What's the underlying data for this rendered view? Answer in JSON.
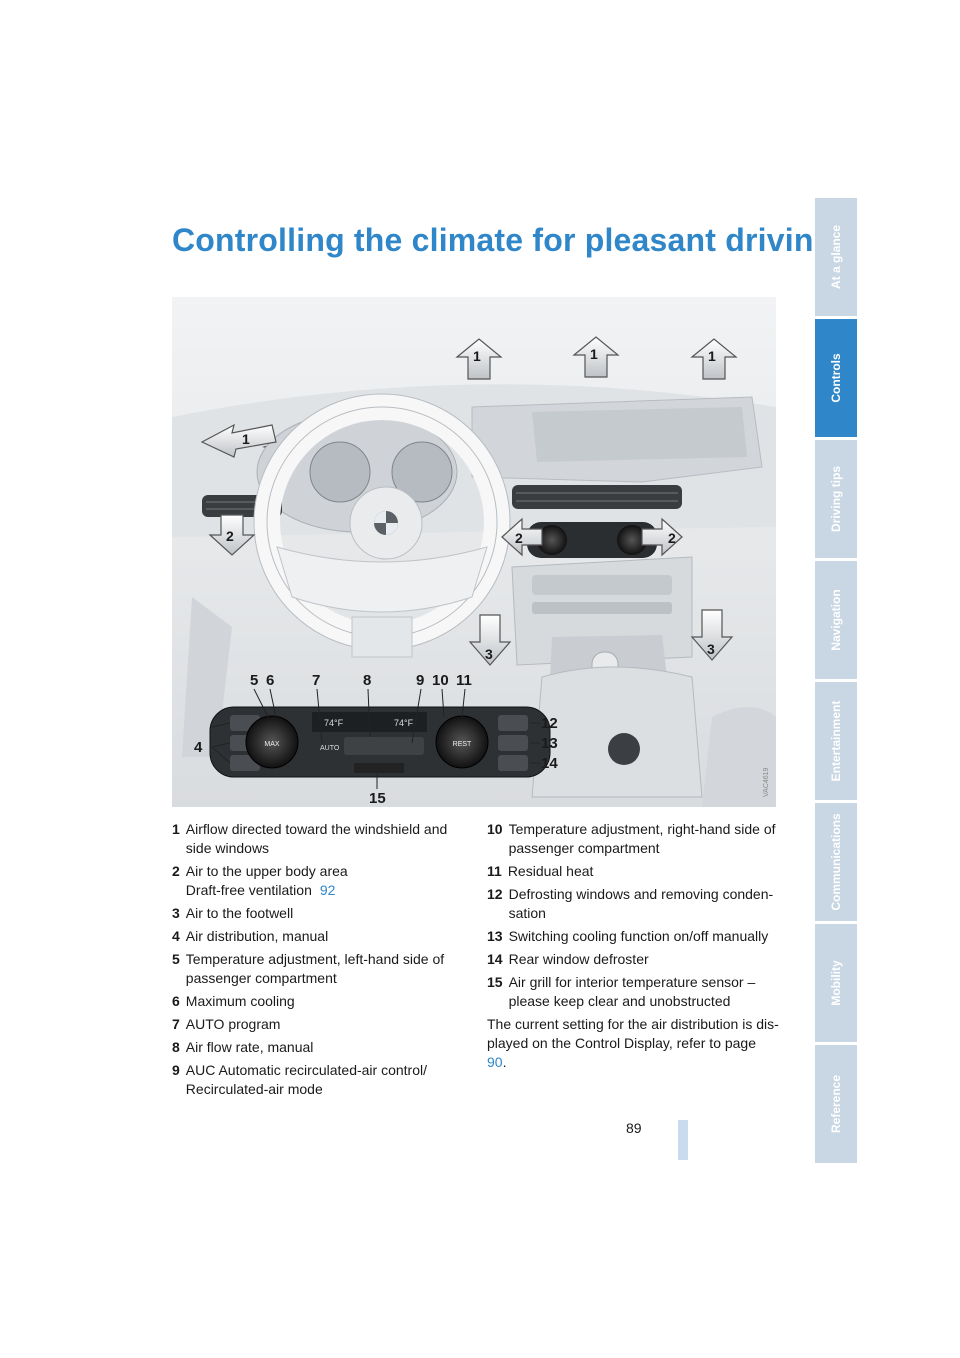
{
  "title": "Controlling the climate for pleasant driving",
  "left_items": [
    {
      "num": "1",
      "text": "Airflow directed toward the windshield and side windows"
    },
    {
      "num": "2",
      "text": "Air to the upper body area",
      "line2": "Draft-free ventilation",
      "page_ref": "92"
    },
    {
      "num": "3",
      "text": "Air to the footwell"
    },
    {
      "num": "4",
      "text": "Air distribution, manual"
    },
    {
      "num": "5",
      "text": "Temperature adjustment, left-hand side of passenger compartment"
    },
    {
      "num": "6",
      "text": "Maximum cooling"
    },
    {
      "num": "7",
      "text": "AUTO program"
    },
    {
      "num": "8",
      "text": "Air flow rate, manual"
    },
    {
      "num": "9",
      "text": "AUC Automatic recirculated-air control/ Recirculated-air mode"
    }
  ],
  "right_items": [
    {
      "num": "10",
      "text": "Temperature adjustment, right-hand side of passenger compartment"
    },
    {
      "num": "11",
      "text": "Residual heat"
    },
    {
      "num": "12",
      "text": "Defrosting windows and removing conden-sation"
    },
    {
      "num": "13",
      "text": "Switching cooling function on/off manually"
    },
    {
      "num": "14",
      "text": "Rear window defroster"
    },
    {
      "num": "15",
      "text": "Air grill for interior temperature sensor – please keep clear and unobstructed"
    }
  ],
  "note": {
    "text": "The current setting for the air distribution is dis-played on the Control Display, refer to page",
    "page_ref": "90",
    "end": "."
  },
  "page_number": "89",
  "side_tabs": [
    "At a glance",
    "Controls",
    "Driving tips",
    "Navigation",
    "Entertainment",
    "Communications",
    "Mobility",
    "Reference"
  ],
  "active_tab": "Controls",
  "figure": {
    "arrow_labels": {
      "a1": "1",
      "a2": "1",
      "a3": "1",
      "a4": "1",
      "b1": "2",
      "b2": "2",
      "b3": "2",
      "c1": "3",
      "c2": "3"
    },
    "panel_labels": {
      "p5": "5",
      "p6": "6",
      "p7": "7",
      "p8": "8",
      "p9": "9",
      "p10": "10",
      "p11": "11",
      "p12": "12",
      "p13": "13",
      "p14": "14",
      "p15": "15",
      "p4": "4"
    },
    "display_text": {
      "temp_left": "74°F",
      "temp_right": "74°F",
      "max": "MAX",
      "auto": "AUTO",
      "rest": "REST"
    },
    "code": "VAC4619"
  },
  "colors": {
    "accent": "#2f86c8",
    "tab_inactive": "#c9d6e3",
    "page_bar": "#c9dcee"
  }
}
